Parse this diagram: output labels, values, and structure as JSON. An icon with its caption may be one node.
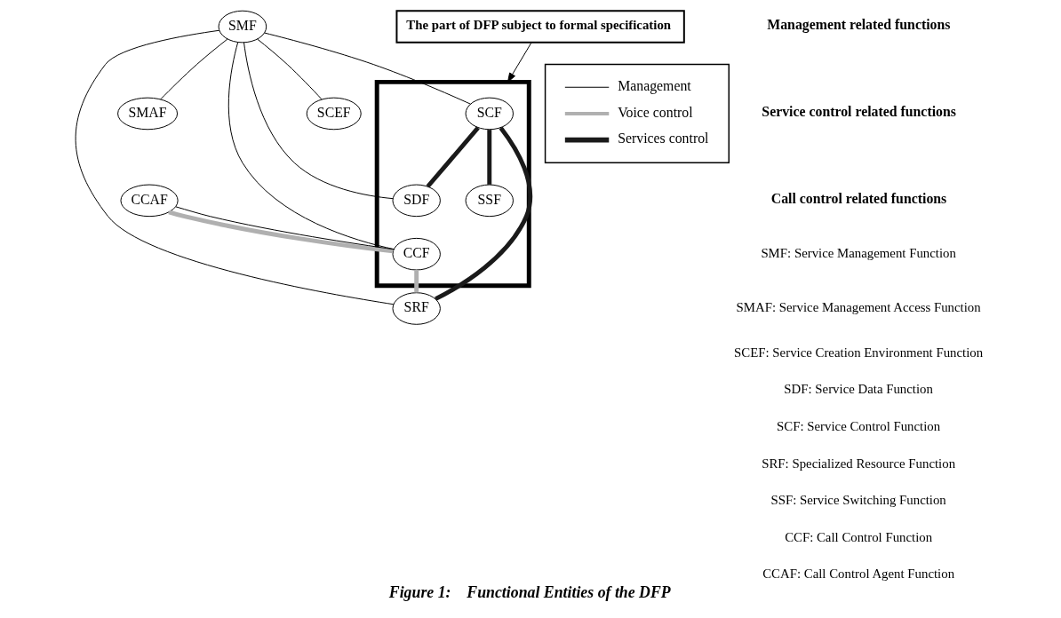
{
  "diagram": {
    "title": "Figure 1:    Functional Entities of the DFP",
    "nodes": [
      {
        "text": [
          "SMAF"
        ]
      },
      {
        "text": [
          "SMF"
        ]
      },
      {
        "text": [
          "SCEF"
        ]
      },
      {
        "text": [],
        "shape": "box"
      },
      {
        "text": [
          "SCF"
        ],
        "in": 3
      },
      {
        "text": [
          "SDF"
        ],
        "in": 3
      },
      {
        "text": [
          "SSF"
        ],
        "in": 3
      },
      {
        "text": [
          "CCAF"
        ]
      },
      {
        "text": [
          "CCF"
        ],
        "in": 3
      },
      {
        "text": [
          "SRF"
        ]
      },
      {
        "text": [
          "The part of DFP subject to formal specification"
        ]
      }
    ],
    "edges": [
      {
        "from": 1,
        "to": 0,
        "arrow": "none"
      },
      {
        "from": 1,
        "to": 2,
        "arrow": "none"
      },
      {
        "from": 1,
        "to": 9,
        "arrow": "none"
      },
      {
        "from": 1,
        "to": 5,
        "arrow": "none"
      },
      {
        "from": 1,
        "to": 4,
        "arrow": "none"
      },
      {
        "from": 1,
        "to": 8,
        "arrow": "none"
      },
      {
        "from": 4,
        "to": 5,
        "arrow": "none",
        "style": "thick",
        "color": "#1a1a1a"
      },
      {
        "from": 4,
        "to": 6,
        "arrow": "none",
        "style": "thick",
        "color": "#1a1a1a"
      },
      {
        "from": 4,
        "to": 9,
        "arrow": "none",
        "style": "thick",
        "color": "#1a1a1a"
      },
      {
        "from": 7,
        "to": 8,
        "arrow": "none",
        "style": "thick",
        "color": "#b0b0b0"
      },
      {
        "from": 7,
        "to": 8,
        "arrow": "none"
      },
      {
        "from": 8,
        "to": 9,
        "arrow": "none",
        "style": "thick",
        "color": "#b0b0b0"
      },
      {
        "from": 10,
        "to": 3,
        "arrow": "to"
      }
    ],
    "labels": [
      "Management related functions",
      "Service control related functions",
      "Call control related functions",
      "SMF: Service Management Function",
      "SMAF: Service Management Access Function",
      "SCEF: Service Creation Environment Function",
      "SDF: Service Data Function",
      "SCF: Service Control Function",
      "SRF: Specialized Resource Function",
      "SSF: Service Switching Function",
      "CCF: Call Control Function",
      "CCAF: Call Control Agent Function"
    ],
    "legend": [
      {
        "text": "Management"
      },
      {
        "text": "Voice control"
      },
      {
        "text": "Services control"
      }
    ]
  }
}
